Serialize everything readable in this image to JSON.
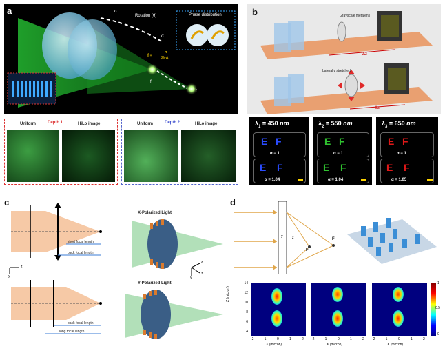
{
  "panels": {
    "a": {
      "label": "a",
      "rotation": "Rotation (θ)",
      "phase_title": "Phase distribution",
      "sigma1": "σ",
      "sigma2": "σ",
      "f1": "f",
      "f2": "f",
      "f_formula": "f =",
      "f_frac_top": "π",
      "f_frac_bot": "2λ·Δ",
      "depth1": "Depth 1",
      "depth2": "Depth 2",
      "uniform_1": "Uniform",
      "hilo_1": "HiLo image",
      "uniform_2": "Uniform",
      "hilo_2": "HiLo image"
    },
    "b": {
      "label": "b",
      "top_caption": "Grayscale metalens",
      "bottom_caption": "Laterally stretched",
      "dz1": "Δz",
      "dz2": "Δz",
      "lambda": [
        {
          "name": "λ",
          "sub": "1",
          "value": "= 450",
          "unit": "nm",
          "color": "#2a4cff",
          "alpha1": "α = 1",
          "alpha2": "α = 1.04"
        },
        {
          "name": "λ",
          "sub": "2",
          "value": "= 550",
          "unit": "nm",
          "color": "#2fc22f",
          "alpha1": "α = 1",
          "alpha2": "α = 1.04"
        },
        {
          "name": "λ",
          "sub": "3",
          "value": "= 650",
          "unit": "nm",
          "color": "#e01818",
          "alpha1": "α = 1",
          "alpha2": "α = 1.05"
        }
      ]
    },
    "c": {
      "label": "c",
      "x_pol": "X-Polarized Light",
      "y_pol": "Y-Polarized Light",
      "short_fl": "short focal length",
      "back_fl_1": "back focal length",
      "back_fl_2": "back focal length",
      "long_fl": "long focal length",
      "axis_z": "z",
      "axis_y": "y",
      "axis_x": "x",
      "axis_z2": "z",
      "axis_y2": "y"
    },
    "d": {
      "label": "d",
      "F1": "F",
      "F2": "F",
      "axis_y": "y",
      "axis_z": "z",
      "ylabel": "Z (micron)",
      "xlabel": "X (micron)",
      "yticks": [
        "14",
        "12",
        "10",
        "8",
        "6",
        "4"
      ],
      "xticks": [
        "-2",
        "-1",
        "0",
        "1",
        "2"
      ],
      "cbar_ticks": [
        "1",
        "0.5",
        "0"
      ]
    }
  }
}
